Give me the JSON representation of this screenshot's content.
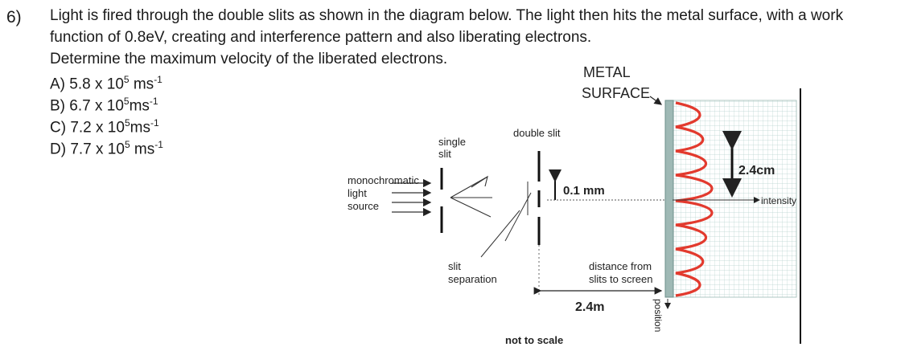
{
  "question": {
    "number": "6)",
    "text": "Light is fired through the double slits as shown in the diagram below. The light then hits the metal surface, with a work function of 0.8eV, creating and interference pattern and also liberating electrons.",
    "prompt": "Determine the maximum velocity of the liberated electrons."
  },
  "options": [
    {
      "prefix": "A) 5.8 x 10",
      "exp": "5",
      "unit": " ms",
      "unit_exp": "-1"
    },
    {
      "prefix": "B) 6.7 x 10",
      "exp": "5",
      "unit": "ms",
      "unit_exp": "-1"
    },
    {
      "prefix": "C) 7.2 x 10",
      "exp": "5",
      "unit": "ms",
      "unit_exp": "-1"
    },
    {
      "prefix": "D) 7.7 x 10",
      "exp": "5",
      "unit": " ms",
      "unit_exp": "-1"
    }
  ],
  "diagram": {
    "metal_surface_line1": "METAL",
    "metal_surface_line2": "SURFACE",
    "monochromatic_light_source_line1": "monochromatic",
    "monochromatic_light_source_line2": "light",
    "monochromatic_light_source_line3": "source",
    "single_slit_line1": "single",
    "single_slit_line2": "slit",
    "double_slit": "double slit",
    "slit_sep_value": "0.1 mm",
    "slit_separation_line1": "slit",
    "slit_separation_line2": "separation",
    "distance_line1": "distance from",
    "distance_line2": "slits to screen",
    "distance_value": "2.4m",
    "fringe_spacing": "2.4cm",
    "intensity": "intensity",
    "position": "position",
    "not_to_scale": "not to scale"
  }
}
